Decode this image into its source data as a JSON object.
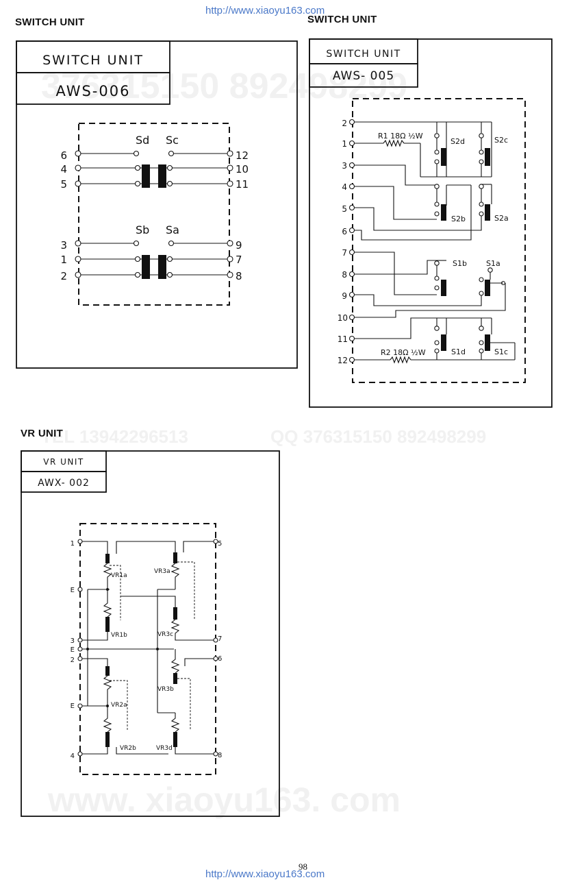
{
  "header_url": "http://www.xiaoyu163.com",
  "footer_url": "http://www.xiaoyu163.com",
  "page_number": "98",
  "watermarks": {
    "phone": "TEL 13942296513",
    "qq": "QQ 376315150  892498299",
    "site": "www. xiaoyu163. com",
    "digits": "376315150  892498299"
  },
  "aws006": {
    "heading": "SWITCH UNIT",
    "box_title": "SWITCH  UNIT",
    "model": "AWS-006",
    "left_terminals": [
      "6",
      "4",
      "5",
      "3",
      "1",
      "2"
    ],
    "right_terminals": [
      "12",
      "10",
      "11",
      "9",
      "7",
      "8"
    ],
    "switch_labels": [
      "Sd",
      "Sc",
      "Sb",
      "Sa"
    ]
  },
  "aws005": {
    "heading": "SWITCH UNIT",
    "box_title": "SWITCH  UNIT",
    "model": "AWS- 005",
    "terminals": [
      "2",
      "1",
      "3",
      "4",
      "5",
      "6",
      "7",
      "8",
      "9",
      "10",
      "11",
      "12"
    ],
    "resistors": [
      "R1 18Ω ½W",
      "R2 18Ω ½W"
    ],
    "switch_labels": [
      "S2d",
      "S2c",
      "S2b",
      "S2a",
      "S1b",
      "S1a",
      "S1d",
      "S1c"
    ]
  },
  "awx002": {
    "heading": "VR UNIT",
    "box_title": "VR  UNIT",
    "model": "AWX- 002",
    "left_terminals": [
      "1",
      "E",
      "3",
      "E",
      "2",
      "E",
      "4"
    ],
    "right_terminals": [
      "5",
      "7",
      "6",
      "8"
    ],
    "vr_labels": [
      "VR1a",
      "VR1b",
      "VR2a",
      "VR2b",
      "VR3a",
      "VR3c",
      "VR3b",
      "VR3d"
    ]
  }
}
